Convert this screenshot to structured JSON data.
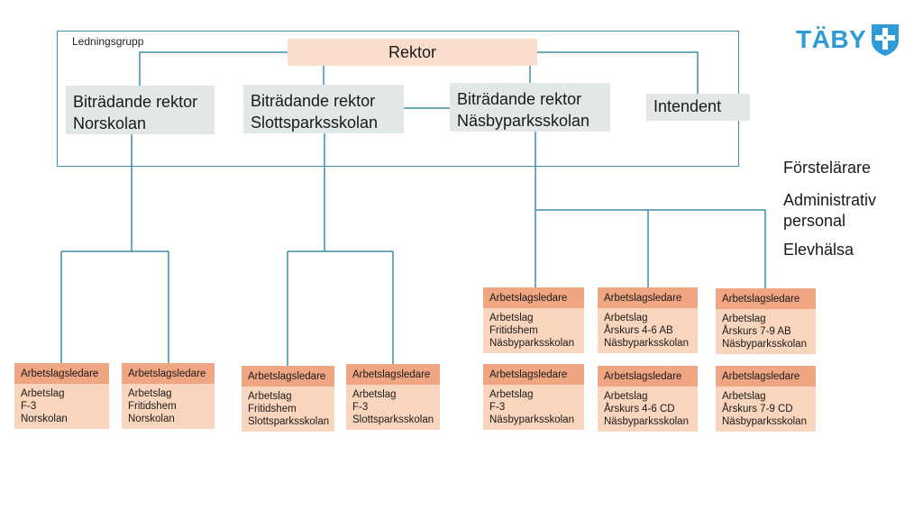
{
  "logo": {
    "text": "TÄBY",
    "color": "#2e9bd6"
  },
  "group_label": "Ledningsgrupp",
  "rektor": "Rektor",
  "leaders": [
    {
      "line1": "Biträdande rektor",
      "line2": "Norskolan"
    },
    {
      "line1": "Biträdande rektor",
      "line2": "Slottsparksskolan"
    },
    {
      "line1": "Biträdande rektor",
      "line2": "Näsbyparksskolan"
    }
  ],
  "intendent": "Intendent",
  "side_labels": {
    "first": "Förstelärare",
    "admin_line1": "Administrativ",
    "admin_line2": "personal",
    "health": "Elevhälsa"
  },
  "teams": [
    {
      "head": "Arbetslagsledare",
      "l1": "Arbetslag",
      "l2": "F-3",
      "l3": "Norskolan"
    },
    {
      "head": "Arbetslagsledare",
      "l1": "Arbetslag",
      "l2": "Fritidshem",
      "l3": "Norskolan"
    },
    {
      "head": "Arbetslagsledare",
      "l1": "Arbetslag",
      "l2": "Fritidshem",
      "l3": "Slottsparksskolan"
    },
    {
      "head": "Arbetslagsledare",
      "l1": "Arbetslag",
      "l2": "F-3",
      "l3": "Slottsparksskolan"
    },
    {
      "head": "Arbetslagsledare",
      "l1": "Arbetslag",
      "l2": "Fritidshem",
      "l3": "Näsbyparksskolan"
    },
    {
      "head": "Arbetslagsledare",
      "l1": "Arbetslag",
      "l2": "Årskurs 4-6 AB",
      "l3": "Näsbyparksskolan"
    },
    {
      "head": "Arbetslagsledare",
      "l1": "Arbetslag",
      "l2": "Årskurs 7-9 AB",
      "l3": "Näsbyparksskolan"
    },
    {
      "head": "Arbetslagsledare",
      "l1": "Arbetslag",
      "l2": "F-3",
      "l3": "Näsbyparksskolan"
    },
    {
      "head": "Arbetslagsledare",
      "l1": "Arbetslag",
      "l2": "Årskurs 4-6 CD",
      "l3": "Näsbyparksskolan"
    },
    {
      "head": "Arbetslagsledare",
      "l1": "Arbetslag",
      "l2": "Årskurs 7-9 CD",
      "l3": "Näsbyparksskolan"
    }
  ],
  "colors": {
    "line": "#3e8ea6",
    "head": "#f0a682",
    "body": "#f9d5bd",
    "grey": "#e2e8e6",
    "rektor": "#f9dccb"
  }
}
